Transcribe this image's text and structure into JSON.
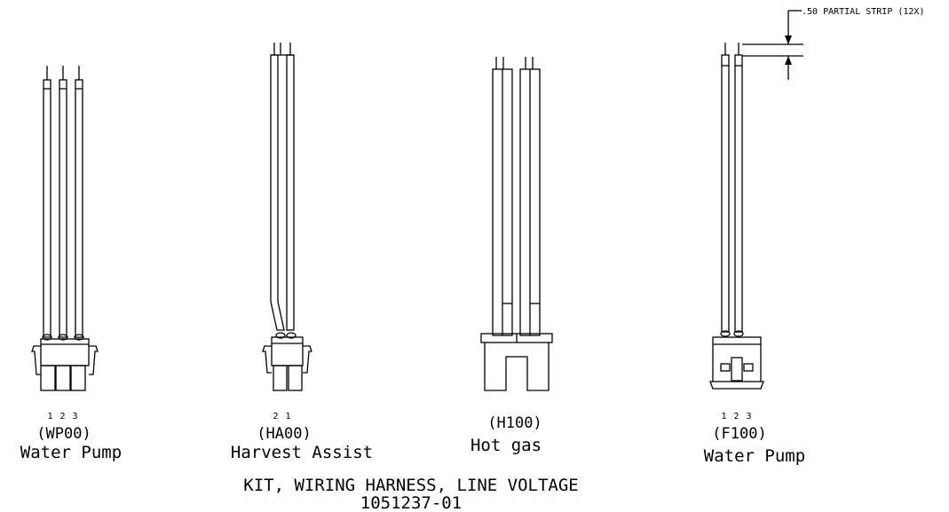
{
  "dimension_note": ".50 PARTIAL STRIP (12X)",
  "harnesses": [
    {
      "pins": "1 2 3",
      "code": "(WP00)",
      "name": "Water Pump"
    },
    {
      "pins": "2 1",
      "code": "(HA00)",
      "name": "Harvest Assist"
    },
    {
      "pins": "",
      "code": "(H100)",
      "name": "Hot gas"
    },
    {
      "pins": "1 2 3",
      "code": "(F100)",
      "name": "Water Pump"
    }
  ],
  "title": {
    "line1": "KIT, WIRING HARNESS, LINE VOLTAGE",
    "line2": "1051237-01"
  }
}
